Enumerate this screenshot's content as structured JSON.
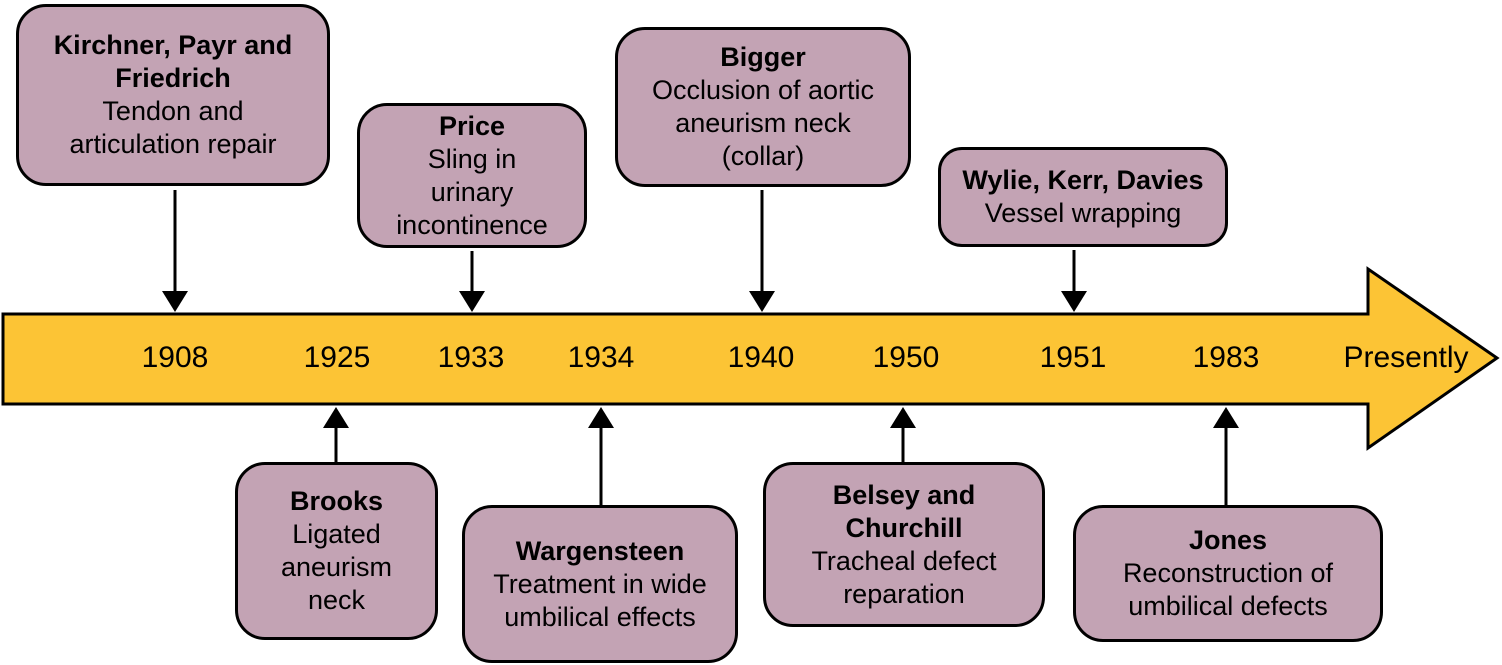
{
  "colors": {
    "bar_fill": "#FCC435",
    "box_fill": "#C3A3B4",
    "outline": "#000000",
    "background": "#FFFFFF"
  },
  "timeline": {
    "ticks": [
      "1908",
      "1925",
      "1933",
      "1934",
      "1940",
      "1950",
      "1951",
      "1983",
      "Presently"
    ]
  },
  "events": [
    {
      "name": "Kirchner, Payr and\nFriedrich",
      "description": "Tendon and\narticulation repair",
      "year": "1908",
      "side": "above"
    },
    {
      "name": "Price",
      "description": "Sling in\nurinary\nincontinence",
      "year": "1933",
      "side": "above"
    },
    {
      "name": "Bigger",
      "description": "Occlusion of aortic\naneurism neck\n(collar)",
      "year": "1940",
      "side": "above"
    },
    {
      "name": "Wylie, Kerr, Davies",
      "description": "Vessel wrapping",
      "year": "1951",
      "side": "above"
    },
    {
      "name": "Brooks",
      "description": "Ligated\naneurism\nneck",
      "year": "1925",
      "side": "below"
    },
    {
      "name": "Wargensteen",
      "description": "Treatment in wide\numbilical effects",
      "year": "1934",
      "side": "below"
    },
    {
      "name": "Belsey and\nChurchill",
      "description": "Tracheal defect\nreparation",
      "year": "1950",
      "side": "below"
    },
    {
      "name": "Jones",
      "description": "Reconstruction of\numbilical defects",
      "year": "1983",
      "side": "below"
    }
  ]
}
